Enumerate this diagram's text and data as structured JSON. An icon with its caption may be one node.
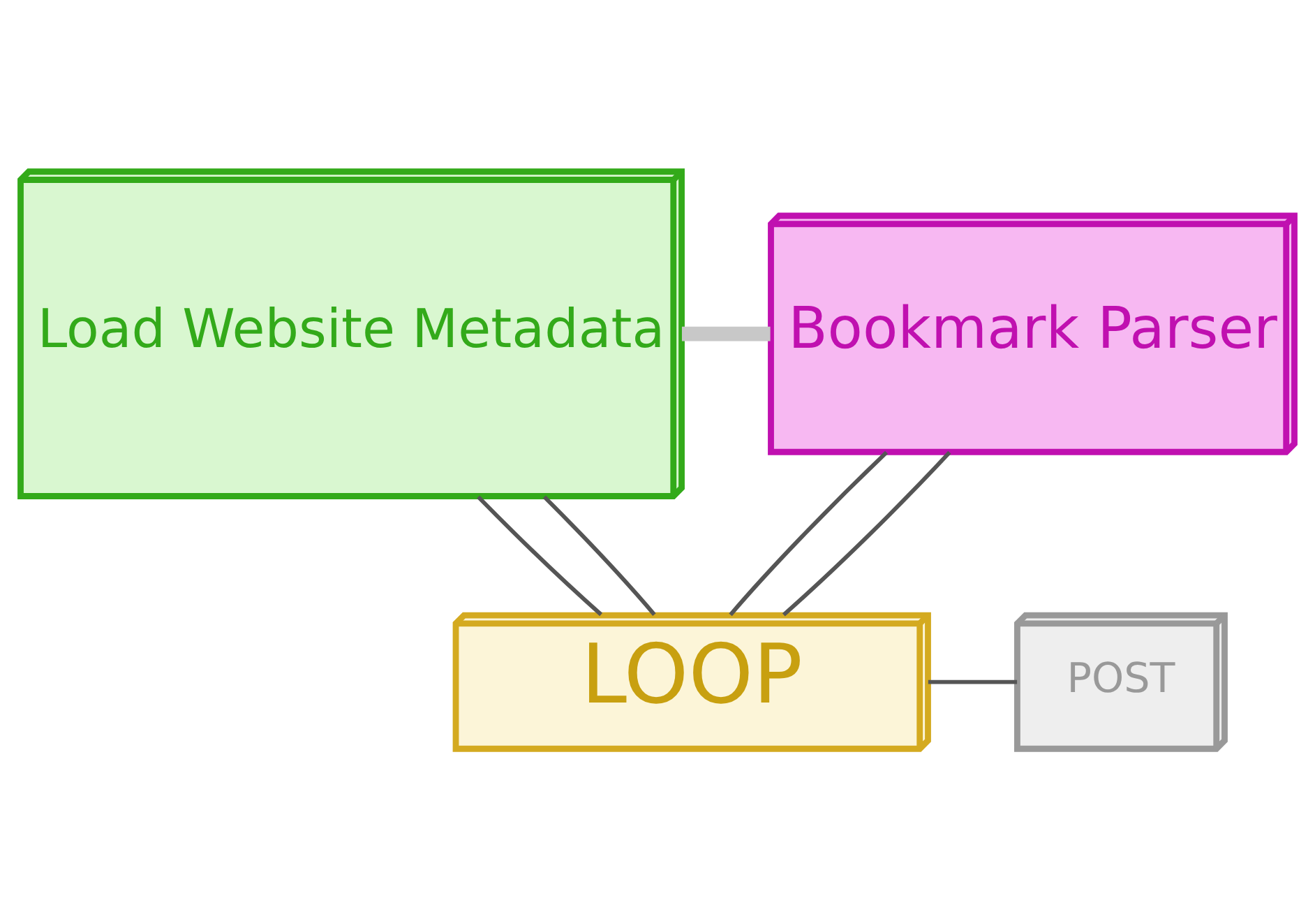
{
  "diagram": {
    "nodes": [
      {
        "text": [
          "Load Website Metadata"
        ]
      },
      {
        "text": [
          "Bookmark Parser"
        ]
      },
      {
        "text": [
          "LOOP"
        ]
      },
      {
        "text": [
          "POST"
        ]
      }
    ],
    "edges": [
      {
        "from": 0,
        "to": 1,
        "arrow": "none",
        "style": "thick",
        "color": "#c8c8c8"
      },
      {
        "from": 0,
        "to": 2,
        "arrow": "none"
      },
      {
        "from": 0,
        "to": 2,
        "arrow": "none"
      },
      {
        "from": 1,
        "to": 2,
        "arrow": "none"
      },
      {
        "from": 1,
        "to": 2,
        "arrow": "none"
      },
      {
        "from": 2,
        "to": 3,
        "arrow": "none"
      }
    ]
  }
}
